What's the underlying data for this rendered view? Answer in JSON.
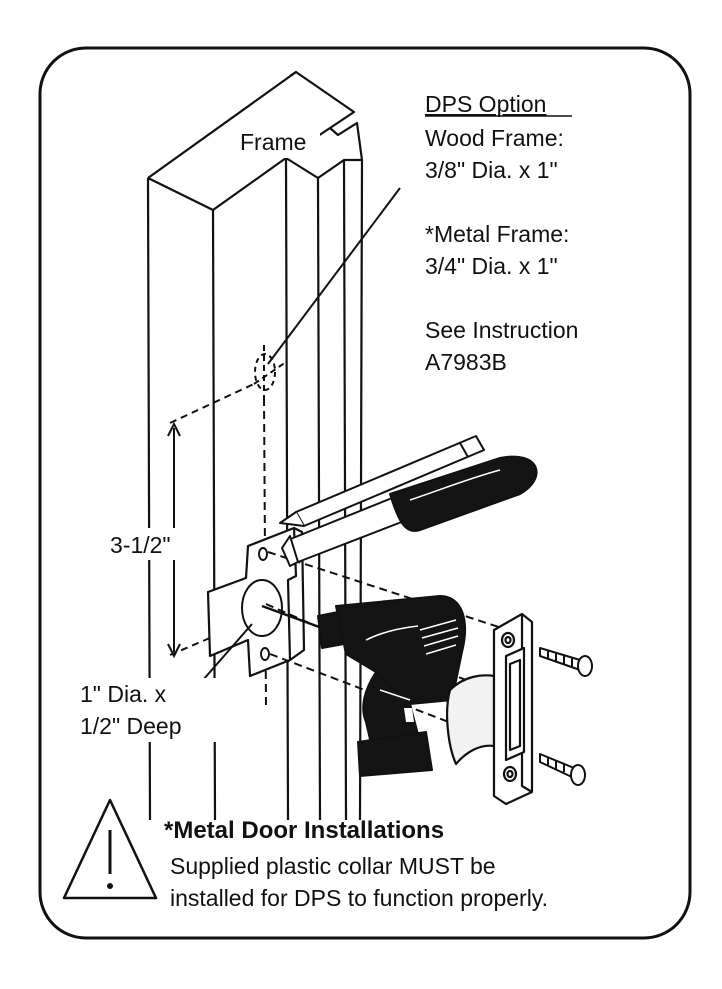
{
  "frame_label": "Frame",
  "dps": {
    "heading": "DPS Option",
    "wood_line1": "Wood Frame:",
    "wood_line2": "3/8\" Dia. x 1\"",
    "metal_line1": "*Metal Frame:",
    "metal_line2": "3/4\" Dia. x 1\"",
    "see_line1": "See Instruction",
    "see_line2": "A7983B"
  },
  "dimension_label": "3-1/2\"",
  "hole": {
    "line1": "1\" Dia. x",
    "line2": "1/2\" Deep"
  },
  "warning": {
    "title": "*Metal Door Installations",
    "line1": "Supplied plastic collar MUST be",
    "line2": "installed for DPS to function properly."
  },
  "colors": {
    "stroke": "#111111",
    "tool_black": "#141414",
    "strike_fill": "#f2f2f2"
  },
  "icons": [
    "warning-triangle-icon",
    "screwdriver-icon",
    "pencil-icon",
    "drill-icon",
    "screw-icon"
  ]
}
